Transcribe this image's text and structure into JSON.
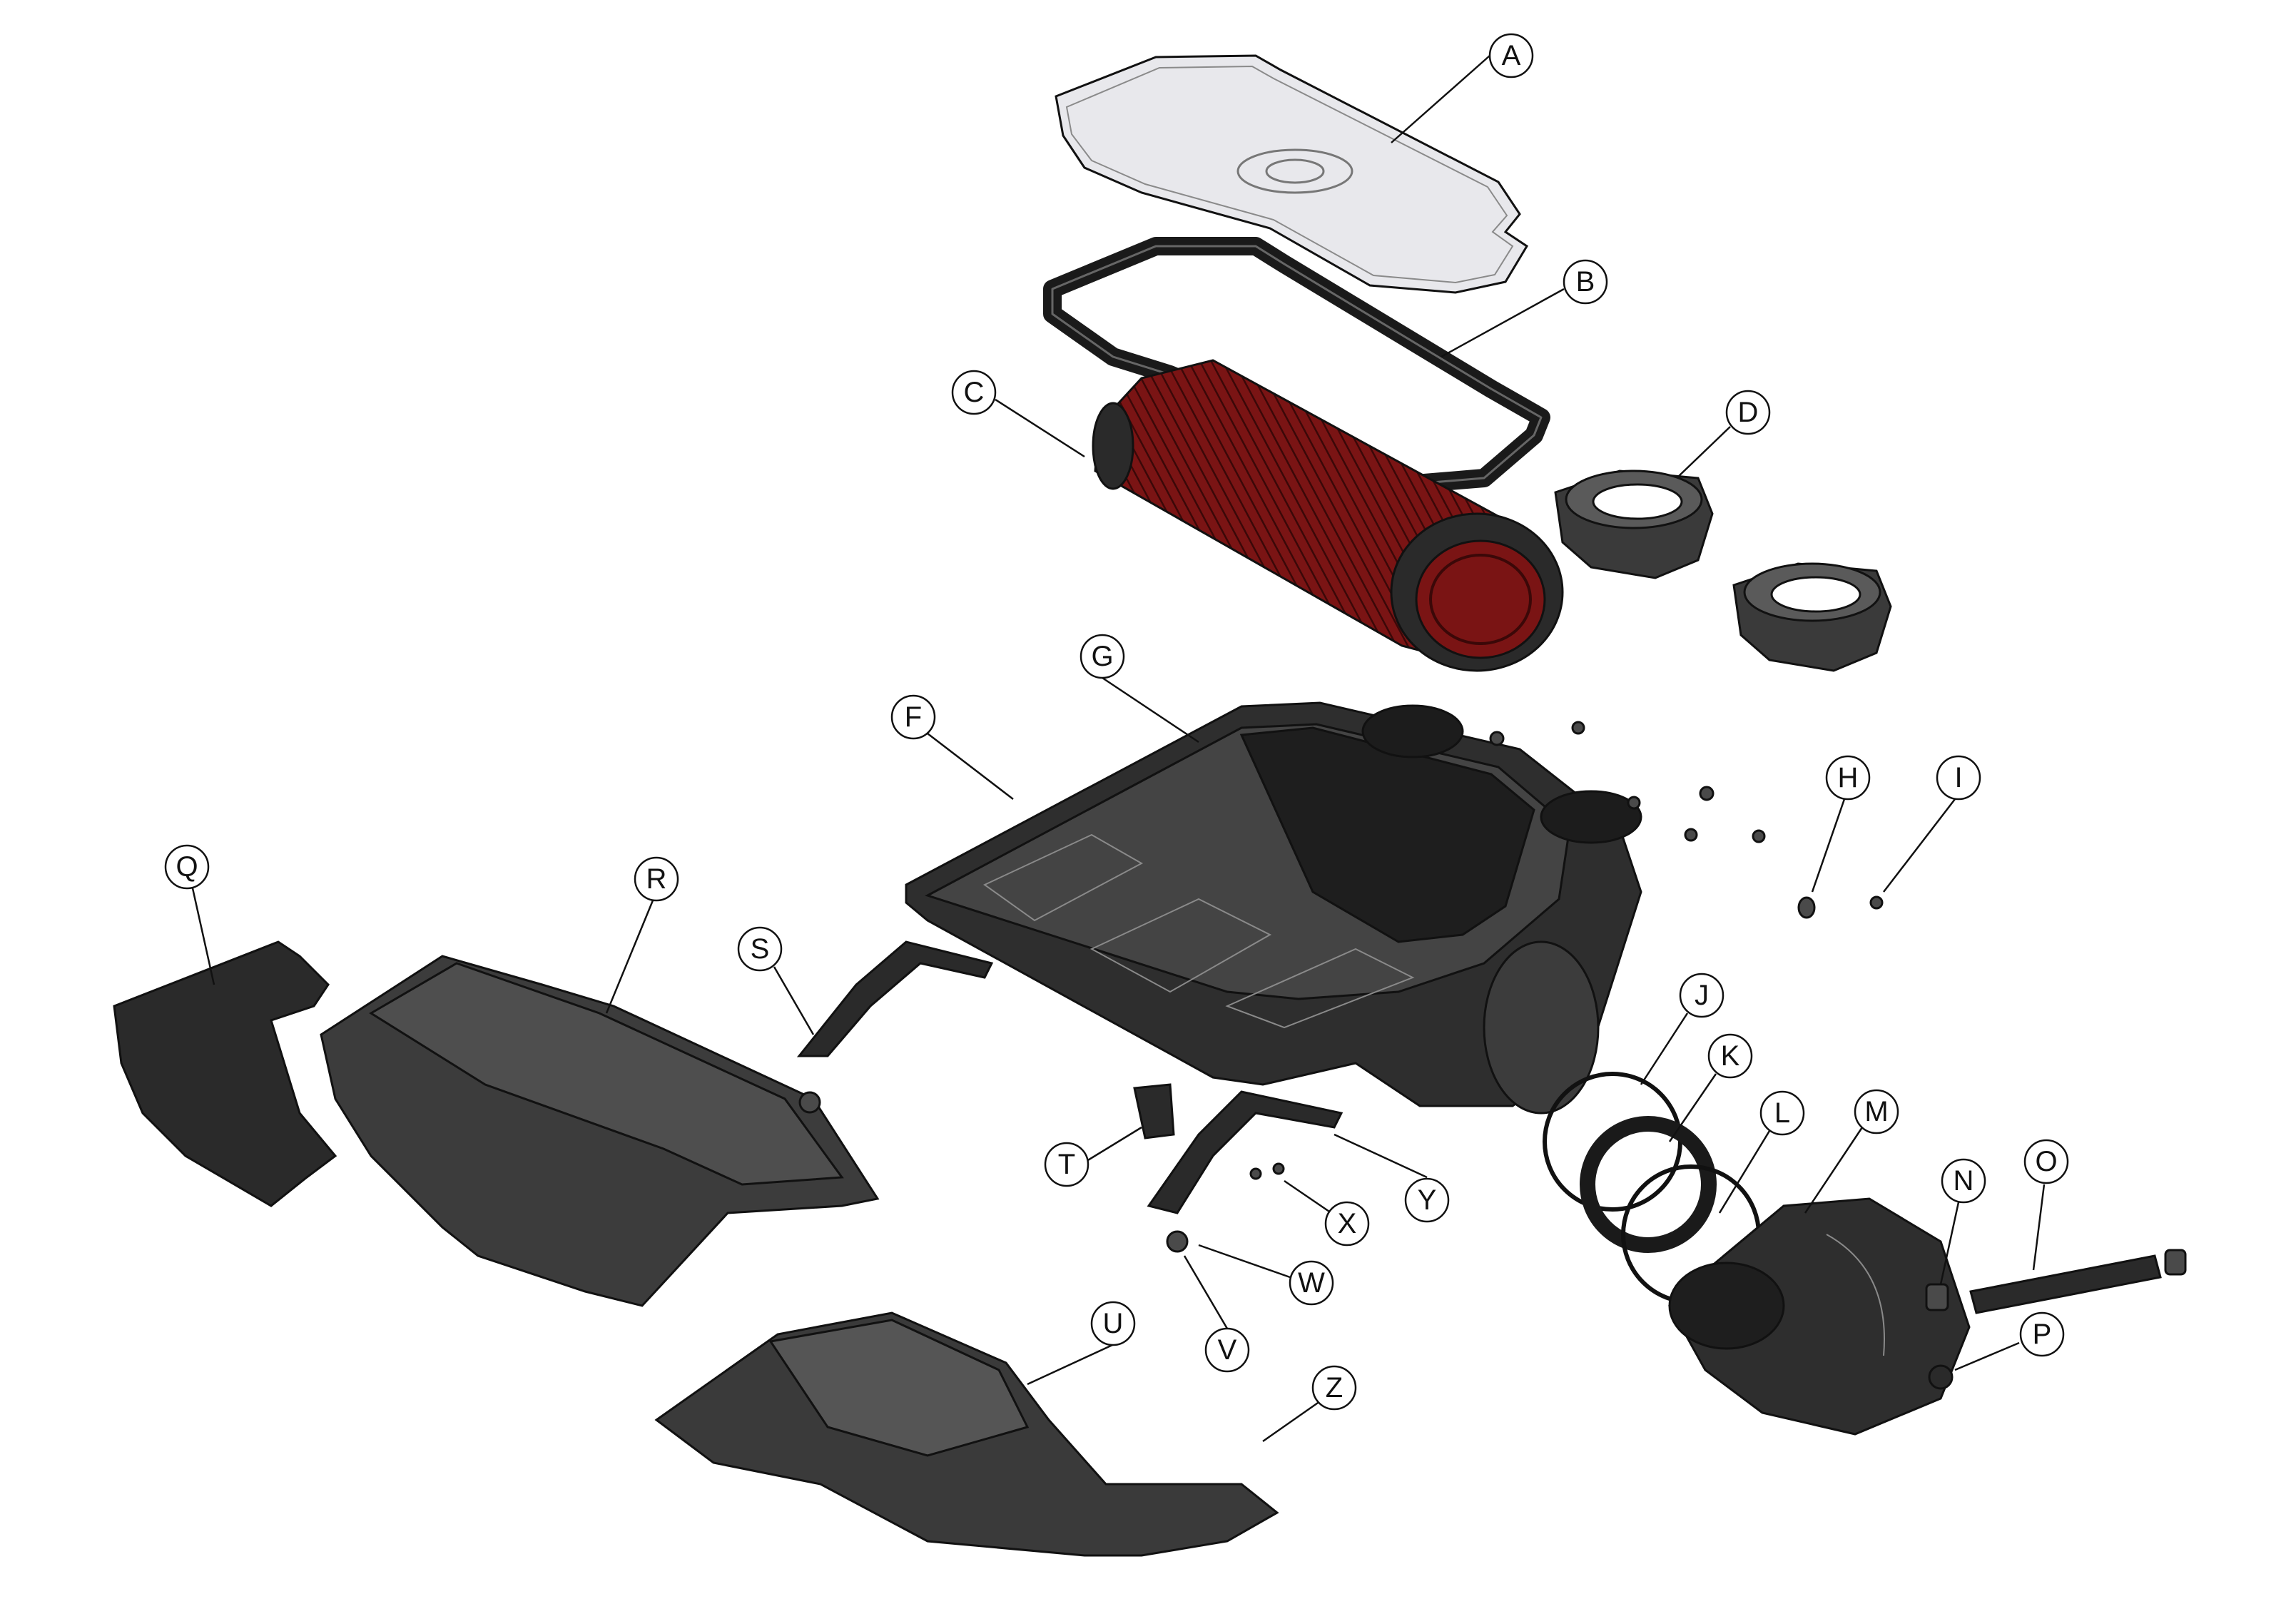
{
  "callouts": [
    {
      "id": "A",
      "label": "A"
    },
    {
      "id": "B",
      "label": "B"
    },
    {
      "id": "C",
      "label": "C"
    },
    {
      "id": "D",
      "label": "D"
    },
    {
      "id": "F",
      "label": "F"
    },
    {
      "id": "G",
      "label": "G"
    },
    {
      "id": "H",
      "label": "H"
    },
    {
      "id": "I",
      "label": "I"
    },
    {
      "id": "J",
      "label": "J"
    },
    {
      "id": "K",
      "label": "K"
    },
    {
      "id": "L",
      "label": "L"
    },
    {
      "id": "M",
      "label": "M"
    },
    {
      "id": "N",
      "label": "N"
    },
    {
      "id": "O",
      "label": "O"
    },
    {
      "id": "P",
      "label": "P"
    },
    {
      "id": "Q",
      "label": "Q"
    },
    {
      "id": "R",
      "label": "R"
    },
    {
      "id": "S",
      "label": "S"
    },
    {
      "id": "T",
      "label": "T"
    },
    {
      "id": "U",
      "label": "U"
    },
    {
      "id": "V",
      "label": "V"
    },
    {
      "id": "W",
      "label": "W"
    },
    {
      "id": "X",
      "label": "X"
    },
    {
      "id": "Y",
      "label": "Y"
    },
    {
      "id": "Z",
      "label": "Z"
    }
  ],
  "colors": {
    "filter_media": "#7a1414",
    "lid_fill": "#e8e8ec",
    "plastic_dark": "#2a2a2a",
    "plastic_mid": "#4a4a4a",
    "outline": "#111111"
  }
}
